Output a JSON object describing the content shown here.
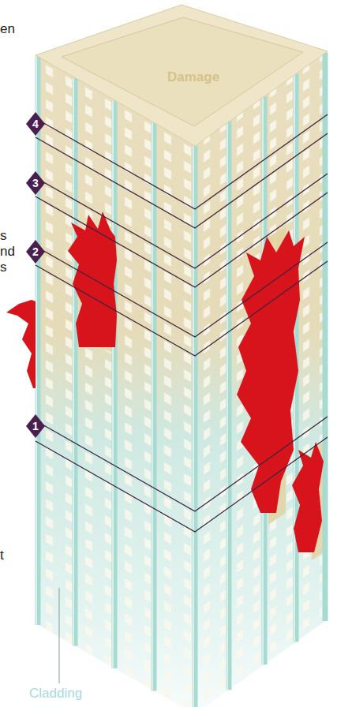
{
  "diagram": {
    "labels": [
      "en",
      "Damage",
      "4",
      "3",
      "s",
      "nd",
      "2",
      "s",
      "1",
      "t",
      "Cladding"
    ]
  }
}
